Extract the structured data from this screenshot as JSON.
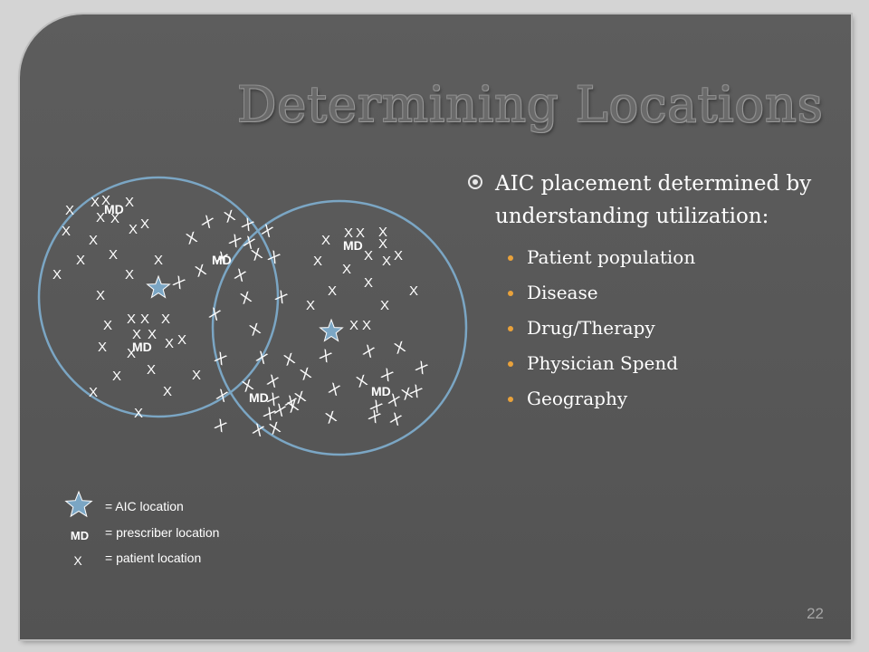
{
  "slide": {
    "title": "Determining Locations",
    "page_number": "22",
    "bullets": {
      "main": "AIC placement determined by understanding utilization:",
      "items": [
        "Patient population",
        "Disease",
        "Drug/Therapy",
        "Physician Spend",
        "Geography"
      ]
    }
  },
  "diagram": {
    "prescriber_label": "MD",
    "patient_mark": "X",
    "legend": {
      "aic": "= AIC location",
      "prescriber": "= prescriber location",
      "patient": "= patient location"
    },
    "colors": {
      "circle": "#7ba6c4",
      "star": "#7ba6c4",
      "mark": "#ffffff",
      "bullet_accent": "#e9a23b"
    }
  }
}
